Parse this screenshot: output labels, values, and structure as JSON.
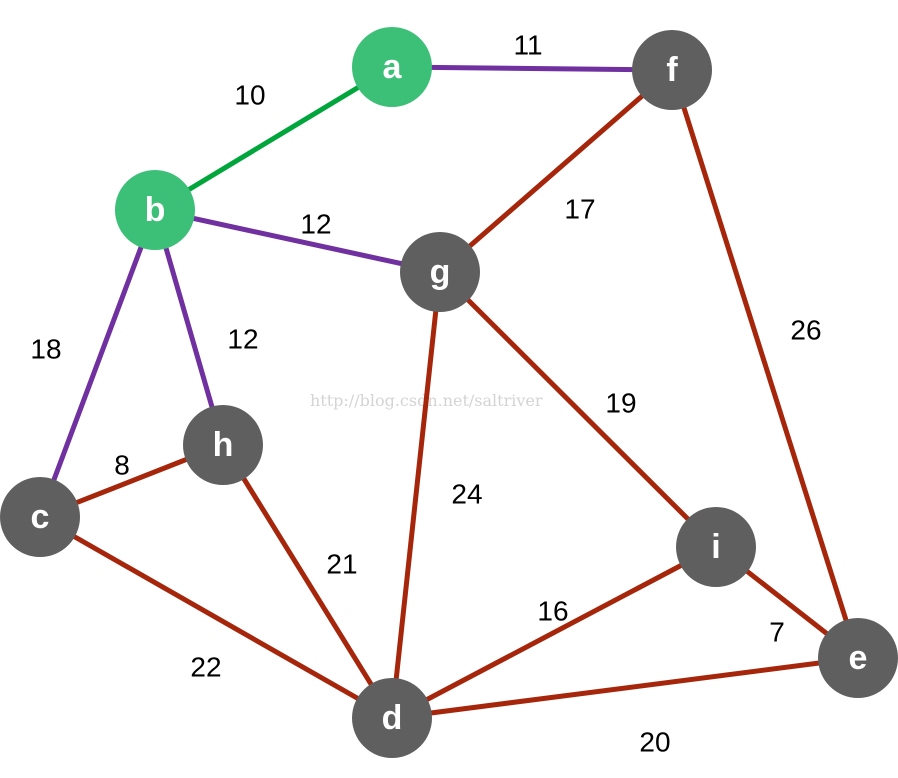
{
  "colors": {
    "visited_node": "#3cbf77",
    "unvisited_node": "#5f5f5f",
    "selected_edge": "#00a63c",
    "candidate_edge": "#7030a0",
    "other_edge": "#a6260c",
    "label_text": "#ffffff"
  },
  "watermark": "http://blog.csdn.net/saltriver",
  "nodes": [
    {
      "id": "a",
      "label": "a",
      "state": "visited"
    },
    {
      "id": "b",
      "label": "b",
      "state": "visited"
    },
    {
      "id": "c",
      "label": "c",
      "state": "unvisited"
    },
    {
      "id": "d",
      "label": "d",
      "state": "unvisited"
    },
    {
      "id": "e",
      "label": "e",
      "state": "unvisited"
    },
    {
      "id": "f",
      "label": "f",
      "state": "unvisited"
    },
    {
      "id": "g",
      "label": "g",
      "state": "unvisited"
    },
    {
      "id": "h",
      "label": "h",
      "state": "unvisited"
    },
    {
      "id": "i",
      "label": "i",
      "state": "unvisited"
    }
  ],
  "edges": [
    {
      "id": "a-b",
      "from": "a",
      "to": "b",
      "weight": "10",
      "state": "selected"
    },
    {
      "id": "a-f",
      "from": "a",
      "to": "f",
      "weight": "11",
      "state": "candidate"
    },
    {
      "id": "b-g",
      "from": "b",
      "to": "g",
      "weight": "12",
      "state": "candidate"
    },
    {
      "id": "b-h",
      "from": "b",
      "to": "h",
      "weight": "12",
      "state": "candidate"
    },
    {
      "id": "b-c",
      "from": "b",
      "to": "c",
      "weight": "18",
      "state": "candidate"
    },
    {
      "id": "f-g",
      "from": "f",
      "to": "g",
      "weight": "17",
      "state": "other"
    },
    {
      "id": "f-e",
      "from": "f",
      "to": "e",
      "weight": "26",
      "state": "other"
    },
    {
      "id": "g-i",
      "from": "g",
      "to": "i",
      "weight": "19",
      "state": "other"
    },
    {
      "id": "g-d",
      "from": "g",
      "to": "d",
      "weight": "24",
      "state": "other"
    },
    {
      "id": "c-h",
      "from": "c",
      "to": "h",
      "weight": "8",
      "state": "other"
    },
    {
      "id": "h-d",
      "from": "h",
      "to": "d",
      "weight": "21",
      "state": "other"
    },
    {
      "id": "c-d",
      "from": "c",
      "to": "d",
      "weight": "22",
      "state": "other"
    },
    {
      "id": "i-d",
      "from": "i",
      "to": "d",
      "weight": "16",
      "state": "other"
    },
    {
      "id": "i-e",
      "from": "i",
      "to": "e",
      "weight": "7",
      "state": "other"
    },
    {
      "id": "d-e",
      "from": "d",
      "to": "e",
      "weight": "20",
      "state": "other"
    }
  ]
}
